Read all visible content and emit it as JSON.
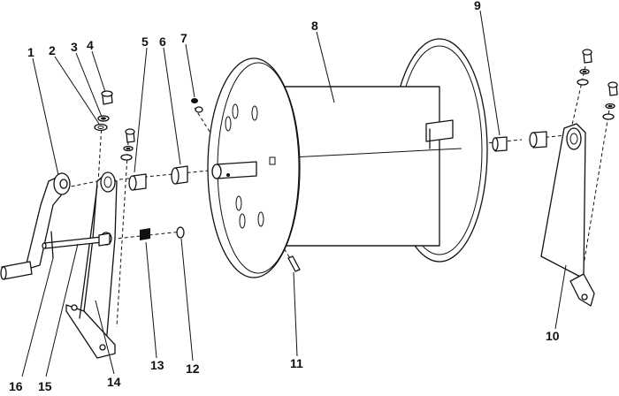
{
  "figure": {
    "callouts": [
      "1",
      "2",
      "3",
      "4",
      "5",
      "6",
      "7",
      "8",
      "9",
      "10",
      "11",
      "12",
      "13",
      "14",
      "15",
      "16"
    ],
    "icons": {
      "crank_handle": "crank-handle-icon",
      "left_frame": "left-frame-icon",
      "right_frame": "right-frame-icon",
      "drum": "hose-reel-drum-icon",
      "bushing": "bushing-icon",
      "bolt": "bolt-icon",
      "washer": "washer-icon",
      "spring": "spring-icon",
      "pin": "pin-icon"
    },
    "colors": {
      "ink": "#111111",
      "background": "#ffffff"
    }
  }
}
